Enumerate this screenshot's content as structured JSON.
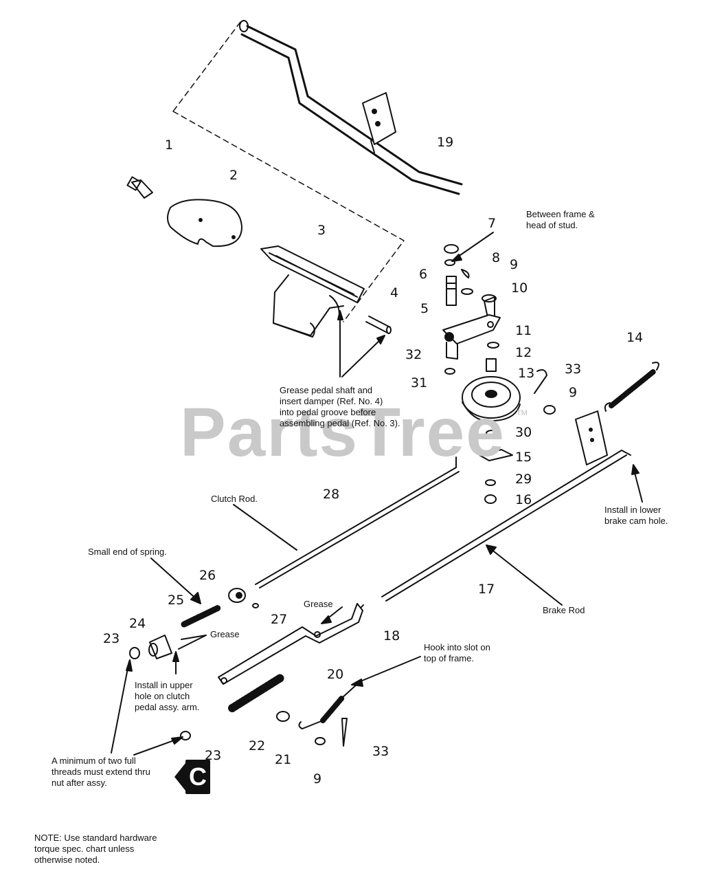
{
  "watermark": {
    "text": "PartsTree",
    "trademark": "TM"
  },
  "part_numbers": {
    "n1": "1",
    "n2": "2",
    "n3": "3",
    "n4": "4",
    "n5": "5",
    "n6": "6",
    "n7": "7",
    "n8": "8",
    "n9a": "9",
    "n9b": "9",
    "n9c": "9",
    "n10": "10",
    "n11": "11",
    "n12": "12",
    "n13": "13",
    "n14": "14",
    "n15": "15",
    "n16": "16",
    "n17": "17",
    "n18": "18",
    "n19": "19",
    "n20": "20",
    "n21": "21",
    "n22": "22",
    "n23a": "23",
    "n23b": "23",
    "n24": "24",
    "n25": "25",
    "n26": "26",
    "n27": "27",
    "n28": "28",
    "n29": "29",
    "n30": "30",
    "n31": "31",
    "n32": "32",
    "n33a": "33",
    "n33b": "33"
  },
  "notes": {
    "between_frame": "Between frame &\nhead of stud.",
    "grease_pedal": "Grease pedal shaft and\ninsert damper (Ref. No. 4)\ninto pedal groove before\nassembling pedal (Ref. No. 3).",
    "clutch_rod": "Clutch Rod.",
    "install_lower": "Install in lower\nbrake cam hole.",
    "small_end": "Small end of spring.",
    "grease_1": "Grease",
    "grease_2": "Grease",
    "hook_slot": "Hook into slot on\ntop of frame.",
    "brake_rod": "Brake Rod",
    "install_upper": "Install in upper\nhole on clutch\npedal assy. arm.",
    "min_threads": "A minimum of two full\nthreads must extend thru\nnut after assy.",
    "note": "NOTE: Use standard hardware\ntorque spec. chart unless\notherwise noted."
  },
  "badge": {
    "letter": "C"
  }
}
